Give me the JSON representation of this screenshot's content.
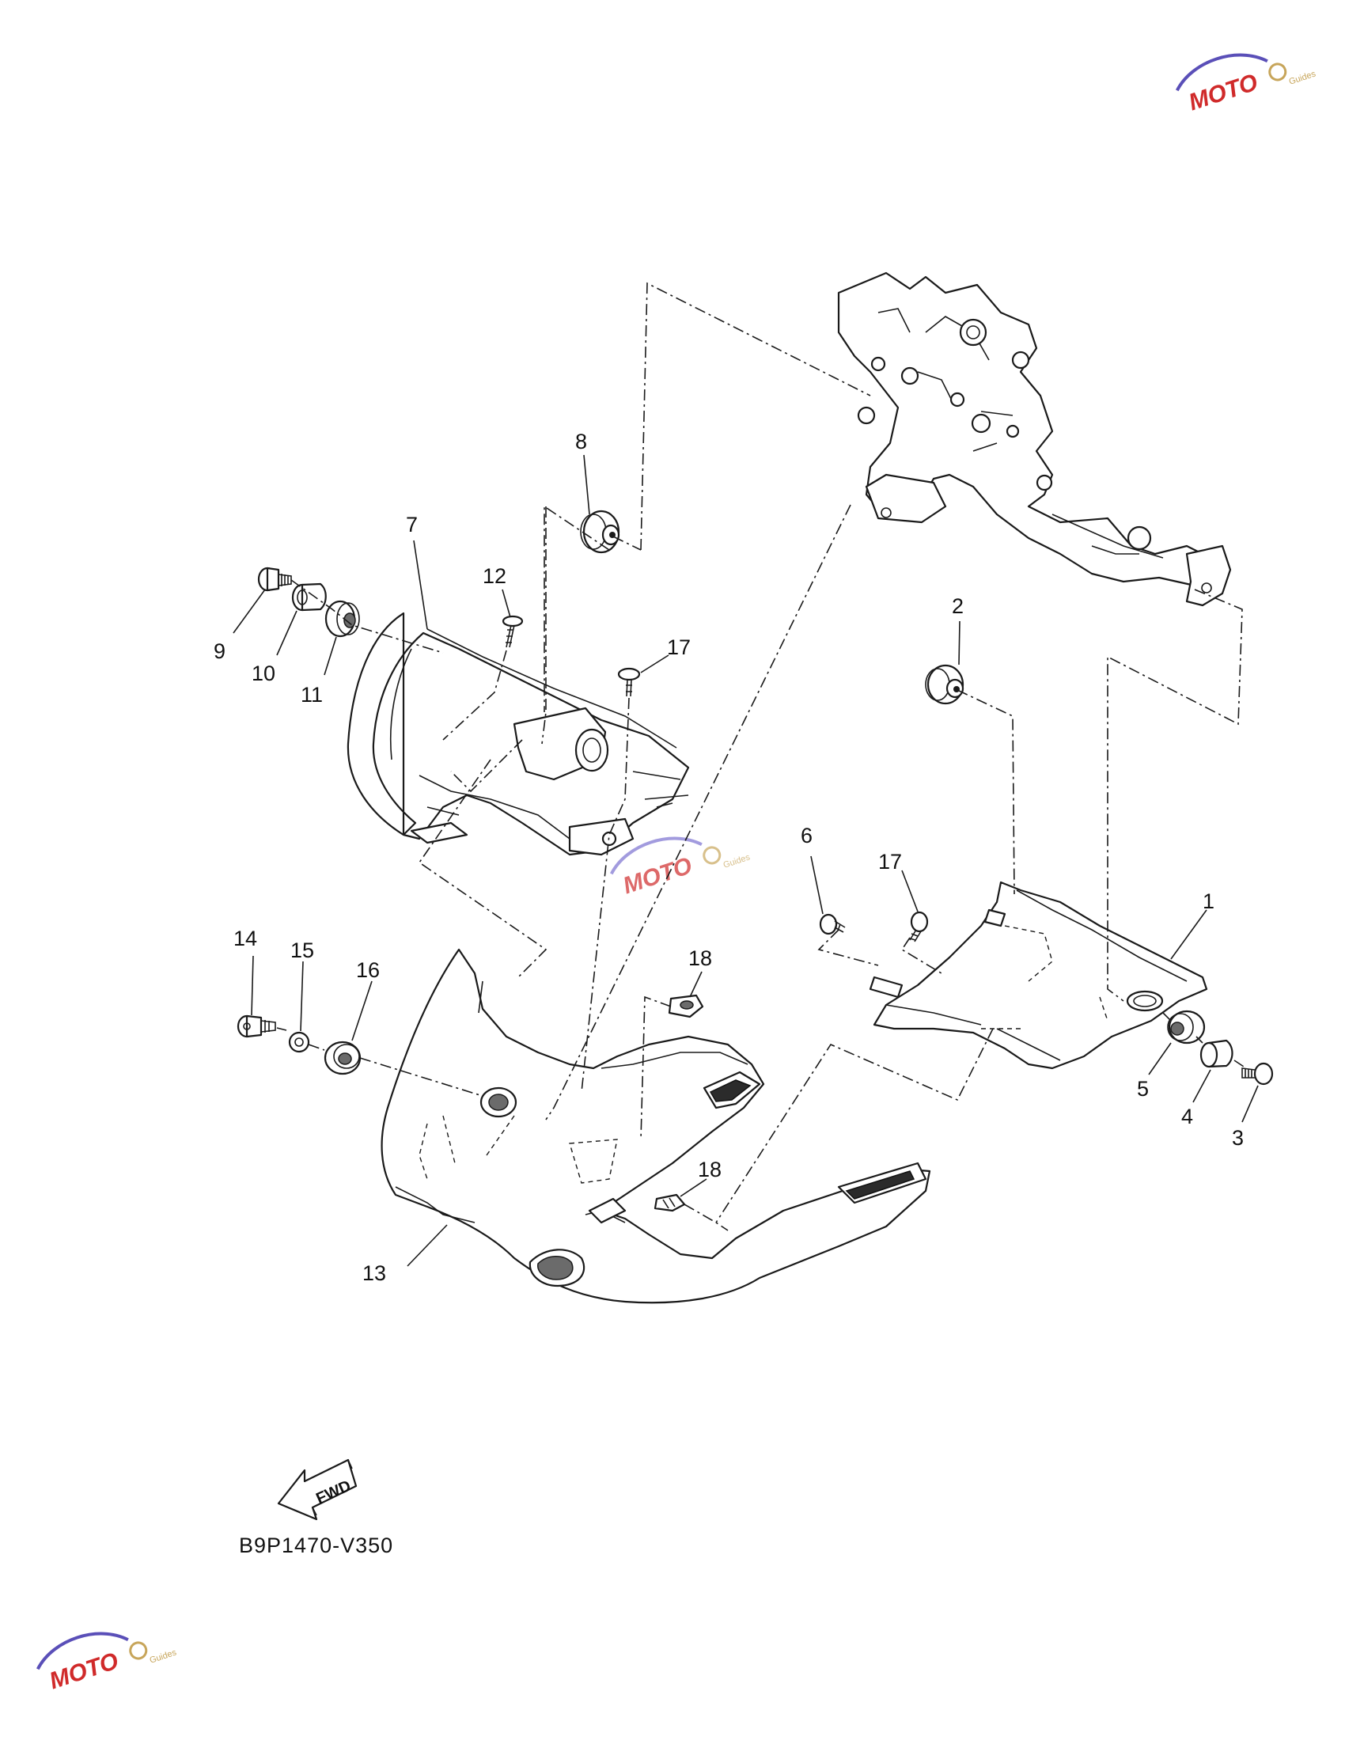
{
  "diagram": {
    "code": "B9P1470-V350",
    "fwd_label": "FWD",
    "watermark": {
      "text": "MOTO",
      "sub": "Guides"
    },
    "callouts": [
      {
        "id": "c1",
        "label": "1"
      },
      {
        "id": "c2",
        "label": "2"
      },
      {
        "id": "c3",
        "label": "3"
      },
      {
        "id": "c4",
        "label": "4"
      },
      {
        "id": "c5",
        "label": "5"
      },
      {
        "id": "c6",
        "label": "6"
      },
      {
        "id": "c7",
        "label": "7"
      },
      {
        "id": "c8",
        "label": "8"
      },
      {
        "id": "c9",
        "label": "9"
      },
      {
        "id": "c10",
        "label": "10"
      },
      {
        "id": "c11",
        "label": "11"
      },
      {
        "id": "c12",
        "label": "12"
      },
      {
        "id": "c13",
        "label": "13"
      },
      {
        "id": "c14",
        "label": "14"
      },
      {
        "id": "c15",
        "label": "15"
      },
      {
        "id": "c16",
        "label": "16"
      },
      {
        "id": "c17a",
        "label": "17"
      },
      {
        "id": "c17b",
        "label": "17"
      },
      {
        "id": "c18a",
        "label": "18"
      },
      {
        "id": "c18b",
        "label": "18"
      }
    ]
  }
}
